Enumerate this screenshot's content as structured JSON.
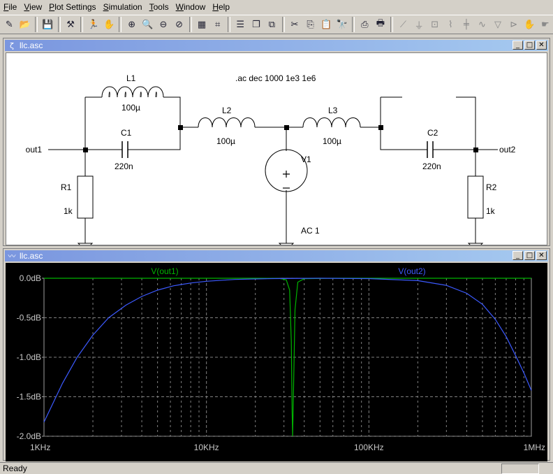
{
  "menu": [
    {
      "label": "File",
      "u": "F",
      "rest": "ile"
    },
    {
      "label": "View",
      "u": "V",
      "rest": "iew"
    },
    {
      "label": "Plot Settings",
      "u": "P",
      "rest": "lot Settings"
    },
    {
      "label": "Simulation",
      "u": "S",
      "rest": "imulation"
    },
    {
      "label": "Tools",
      "u": "T",
      "rest": "ools"
    },
    {
      "label": "Window",
      "u": "W",
      "rest": "indow"
    },
    {
      "label": "Help",
      "u": "H",
      "rest": "elp"
    }
  ],
  "toolbar": {
    "groups": [
      [
        {
          "name": "new-schematic-icon",
          "glyph": "✎"
        },
        {
          "name": "open-icon",
          "glyph": "📂"
        }
      ],
      [
        {
          "name": "save-icon",
          "glyph": "💾"
        }
      ],
      [
        {
          "name": "control-panel-icon",
          "glyph": "⚒"
        }
      ],
      [
        {
          "name": "run-icon",
          "glyph": "🏃"
        },
        {
          "name": "halt-icon",
          "glyph": "✋"
        }
      ],
      [
        {
          "name": "zoom-in-icon",
          "glyph": "⊕"
        },
        {
          "name": "zoom-pan-icon",
          "glyph": "🔍"
        },
        {
          "name": "zoom-out-icon",
          "glyph": "⊖"
        },
        {
          "name": "zoom-cancel-icon",
          "glyph": "⊘"
        }
      ],
      [
        {
          "name": "autorange-icon",
          "glyph": "▦"
        },
        {
          "name": "cursor-icon",
          "glyph": "⌗"
        }
      ],
      [
        {
          "name": "tile-horizontal-icon",
          "glyph": "☰"
        },
        {
          "name": "cascade-icon",
          "glyph": "❐"
        },
        {
          "name": "tile-icon",
          "glyph": "⧉"
        }
      ],
      [
        {
          "name": "cut-icon",
          "glyph": "✂"
        },
        {
          "name": "copy-icon",
          "glyph": "⎘"
        },
        {
          "name": "paste-icon",
          "glyph": "📋"
        },
        {
          "name": "find-icon",
          "glyph": "🔭"
        }
      ],
      [
        {
          "name": "print-setup-icon",
          "glyph": "⎙"
        },
        {
          "name": "print-icon",
          "glyph": "🖶"
        }
      ],
      [
        {
          "name": "wire-icon",
          "glyph": "⟋",
          "dim": true
        },
        {
          "name": "ground-icon",
          "glyph": "⏚",
          "dim": true
        },
        {
          "name": "label-net-icon",
          "glyph": "⊡",
          "dim": true
        },
        {
          "name": "resistor-icon",
          "glyph": "⌇",
          "dim": true
        },
        {
          "name": "capacitor-icon",
          "glyph": "╪",
          "dim": true
        },
        {
          "name": "inductor-icon",
          "glyph": "∿",
          "dim": true
        },
        {
          "name": "diode-icon",
          "glyph": "▽",
          "dim": true
        },
        {
          "name": "component-icon",
          "glyph": "⊳",
          "dim": true
        },
        {
          "name": "move-icon",
          "glyph": "✋",
          "dim": true
        },
        {
          "name": "drag-icon",
          "glyph": "☛",
          "dim": true
        }
      ]
    ]
  },
  "schematic_window": {
    "title": "llc.asc",
    "directive": ".ac dec 1000 1e3 1e6",
    "labels": {
      "L1": "L1",
      "L1_val": "100µ",
      "L2": "L2",
      "L2_val": "100µ",
      "L3": "L3",
      "L3_val": "100µ",
      "C1": "C1",
      "C1_val": "220n",
      "C2": "C2",
      "C2_val": "220n",
      "R1": "R1",
      "R1_val": "1k",
      "R2": "R2",
      "R2_val": "1k",
      "V1": "V1",
      "V1_val": "AC 1",
      "out1": "out1",
      "out2": "out2"
    }
  },
  "plot_window": {
    "title": "llc.asc",
    "traces": [
      {
        "name": "V(out1)",
        "color": "#00b400"
      },
      {
        "name": "V(out2)",
        "color": "#3c5aff"
      }
    ]
  },
  "chart_data": {
    "type": "line",
    "xscale": "log",
    "xlim": [
      1000,
      1000000
    ],
    "ylim": [
      -2.0,
      0.0
    ],
    "xticks": [
      "1KHz",
      "10KHz",
      "100KHz",
      "1MHz"
    ],
    "yticks": [
      "0.0dB",
      "-0.5dB",
      "-1.0dB",
      "-1.5dB",
      "-2.0dB"
    ],
    "grid": true,
    "series": [
      {
        "name": "V(out1)",
        "color": "#00b400",
        "x": [
          1000,
          20000,
          28000,
          31000,
          32500,
          33300,
          33700,
          33930,
          34300,
          35100,
          36500,
          40000,
          60000,
          1000000
        ],
        "y": [
          0,
          0,
          -0.002,
          -0.02,
          -0.15,
          -0.8,
          -1.7,
          -2.0,
          -1.5,
          -0.4,
          -0.05,
          -0.005,
          0,
          0
        ]
      },
      {
        "name": "V(out2)",
        "color": "#3c5aff",
        "x": [
          1000,
          1300,
          1600,
          2000,
          2500,
          3200,
          4000,
          5000,
          6300,
          8000,
          10000,
          15000,
          25000,
          50000,
          100000,
          200000,
          300000,
          400000,
          500000,
          600000,
          700000,
          800000,
          900000,
          1000000
        ],
        "y": [
          -1.82,
          -1.33,
          -1.0,
          -0.72,
          -0.5,
          -0.34,
          -0.23,
          -0.15,
          -0.095,
          -0.06,
          -0.038,
          -0.015,
          -0.004,
          0,
          -0.004,
          -0.03,
          -0.09,
          -0.19,
          -0.33,
          -0.52,
          -0.74,
          -0.98,
          -1.2,
          -1.42
        ]
      }
    ]
  }
}
